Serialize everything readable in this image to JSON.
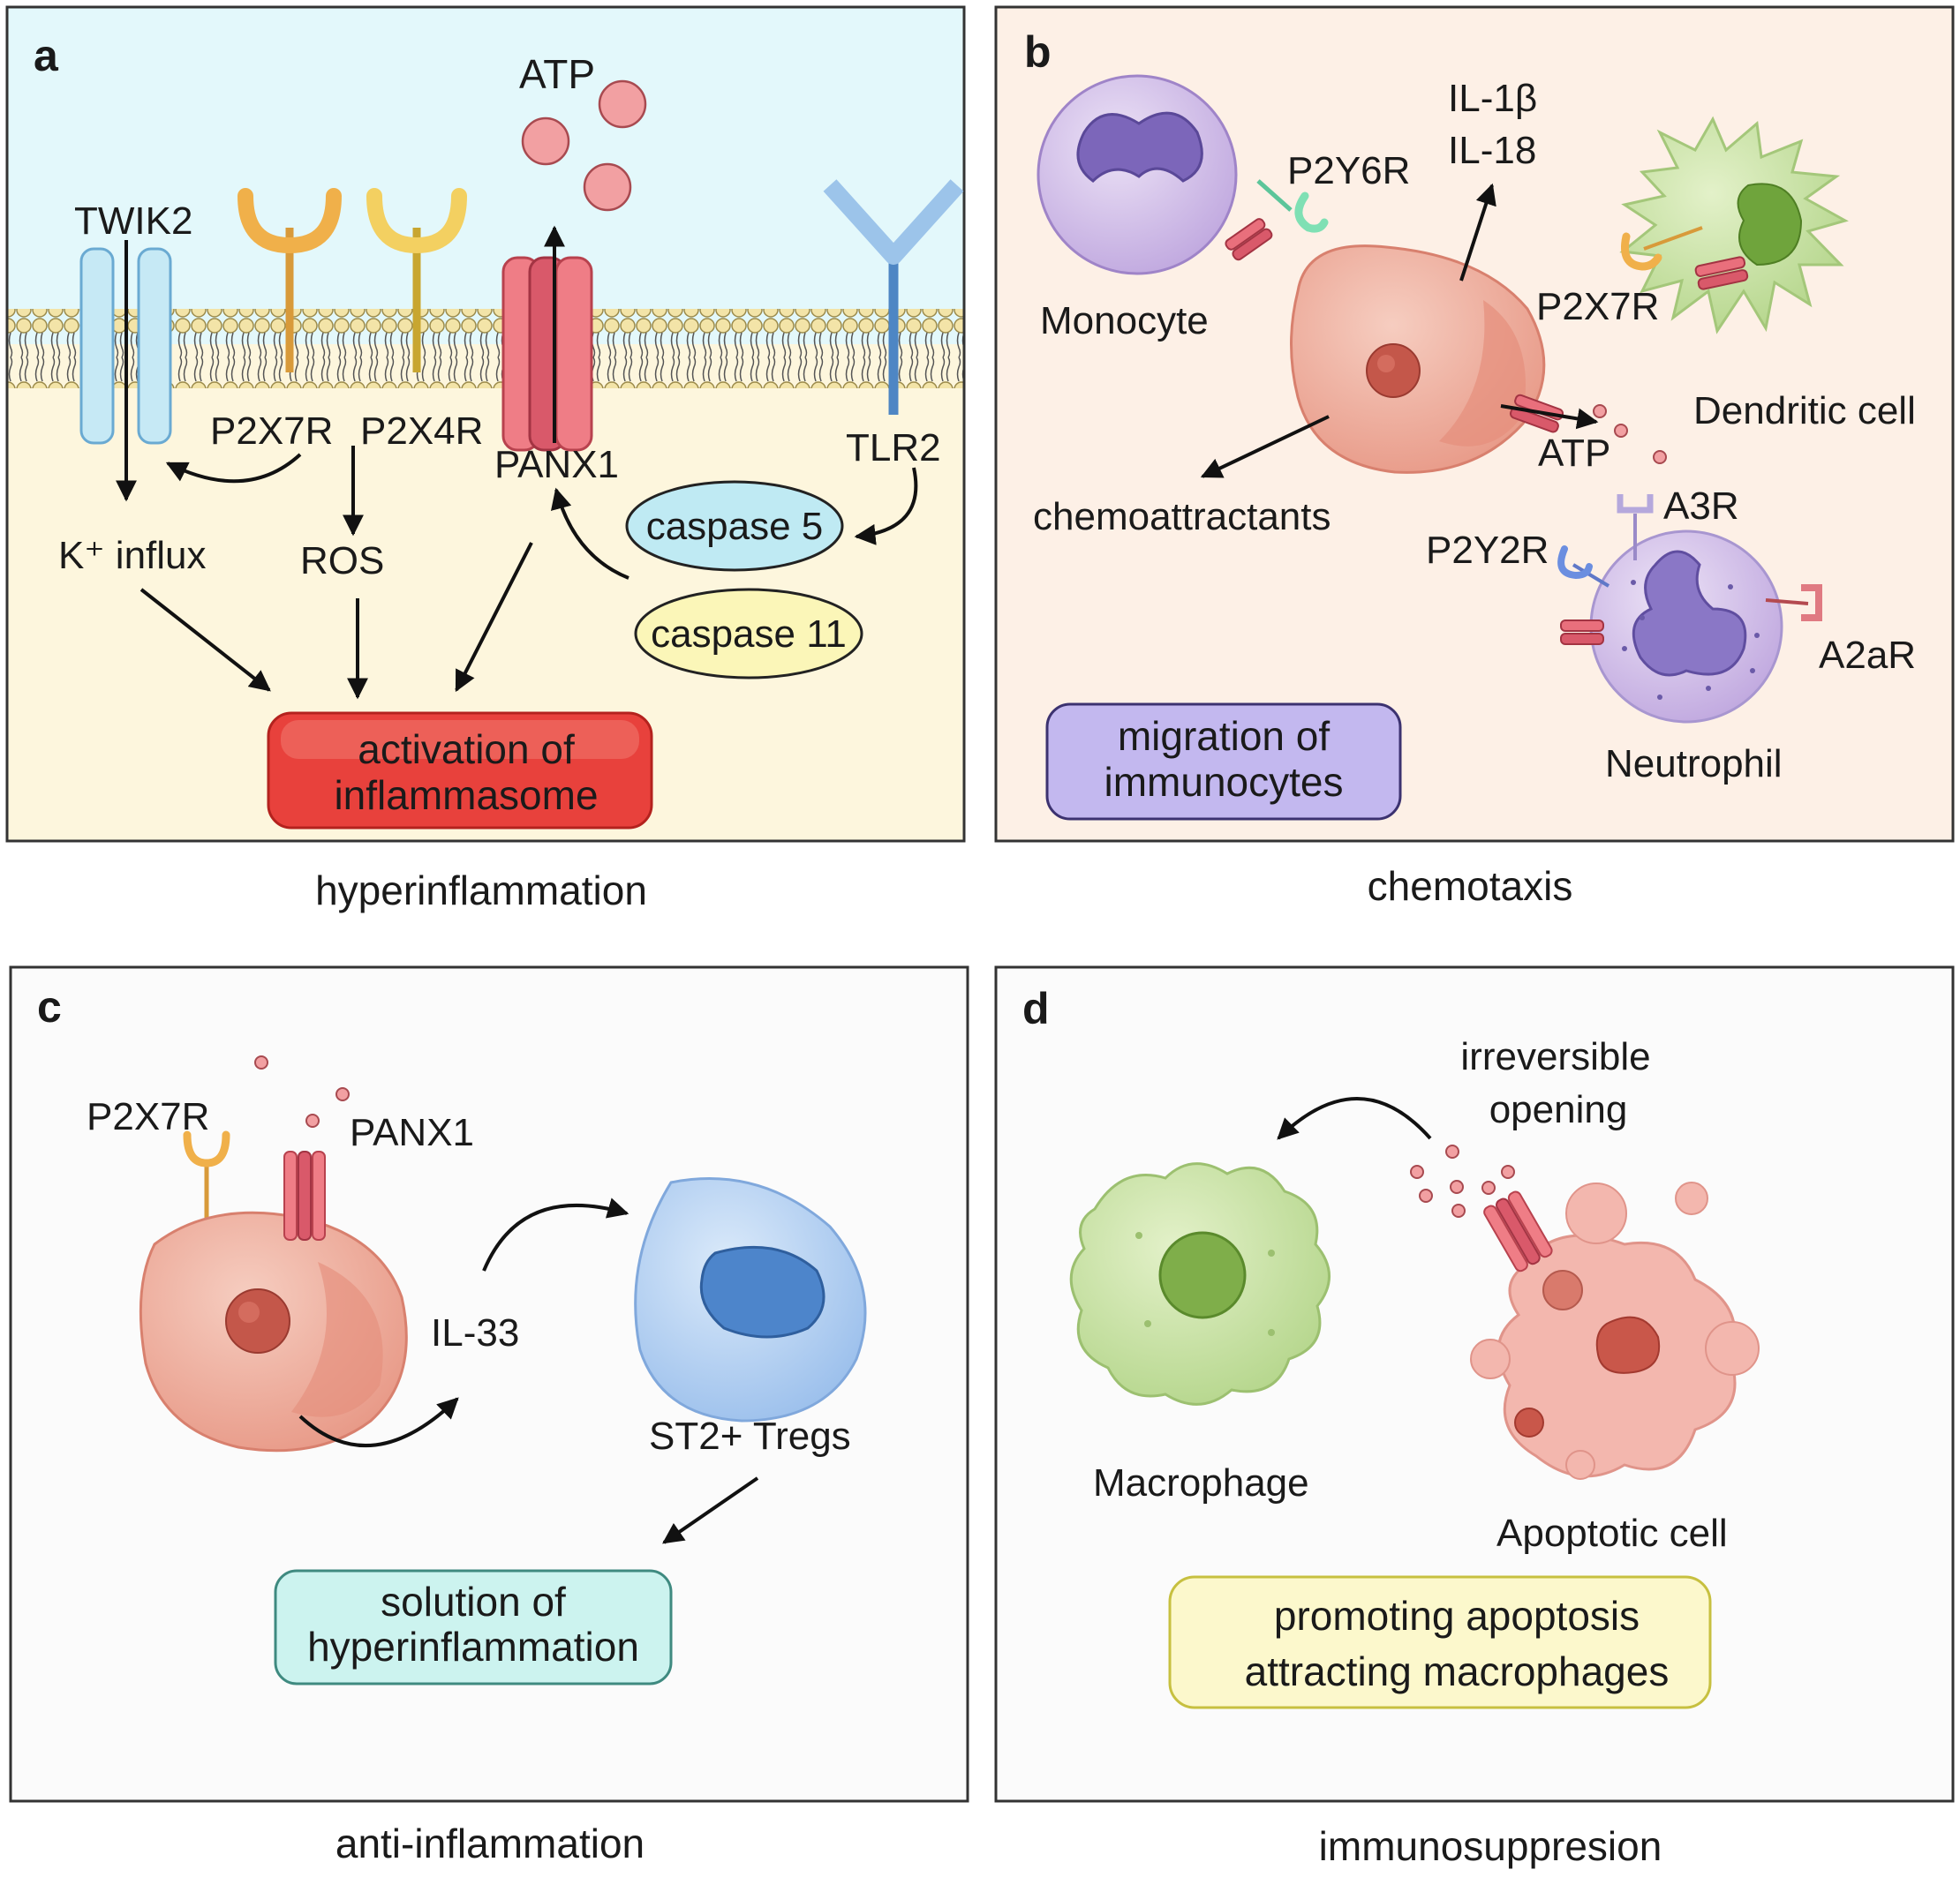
{
  "panels": {
    "a": {
      "letter": "a",
      "caption": "hyperinflammation",
      "labels": {
        "atp": "ATP",
        "twik2": "TWIK2",
        "p2x7r": "P2X7R",
        "p2x4r": "P2X4R",
        "panx1": "PANX1",
        "tlr2": "TLR2",
        "k_influx": "K⁺ influx",
        "ros": "ROS",
        "caspase5": "caspase 5",
        "caspase11": "caspase 11",
        "box_line1": "activation of",
        "box_line2": "inflammasome"
      },
      "colors": {
        "extracellular": "#e3f8fb",
        "cytoplasm": "#fdf6dd",
        "box": "#e8413c",
        "caspase5": "#bfeaf3",
        "caspase11": "#fbf6b8"
      }
    },
    "b": {
      "letter": "b",
      "caption": "chemotaxis",
      "labels": {
        "monocyte": "Monocyte",
        "p2y6r": "P2Y6R",
        "il1b": "IL-1β",
        "il18": "IL-18",
        "p2x7r": "P2X7R",
        "dendritic": "Dendritic cell",
        "atp": "ATP",
        "chemoattractants": "chemoattractants",
        "a3r": "A3R",
        "p2y2r": "P2Y2R",
        "a2ar": "A2aR",
        "neutrophil": "Neutrophil",
        "box_line1": "migration of",
        "box_line2": "immunocytes"
      },
      "colors": {
        "background": "#fdf0e6",
        "box": "#c3b8ef"
      }
    },
    "c": {
      "letter": "c",
      "caption": "anti-inflammation",
      "labels": {
        "p2x7r": "P2X7R",
        "panx1": "PANX1",
        "il33": "IL-33",
        "tregs": "ST2+ Tregs",
        "box_line1": "solution of",
        "box_line2": "hyperinflammation"
      },
      "colors": {
        "background": "#fbfbfb",
        "box": "#ccf3ef"
      }
    },
    "d": {
      "letter": "d",
      "caption": "immunosuppresion",
      "labels": {
        "irreversible": "irreversible",
        "opening": "opening",
        "macrophage": "Macrophage",
        "apoptotic": "Apoptotic cell",
        "box_line1": "promoting apoptosis",
        "box_line2": "attracting macrophages"
      },
      "colors": {
        "background": "#fbfbfb",
        "box": "#fcf8cc"
      }
    }
  }
}
